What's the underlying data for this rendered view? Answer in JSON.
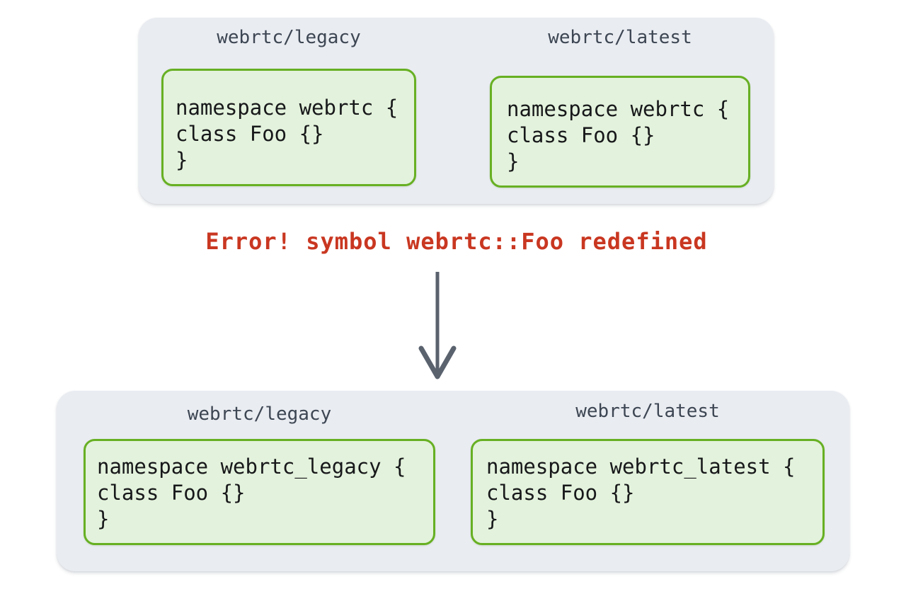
{
  "diagram": {
    "title_text_top_left": "webrtc/legacy",
    "title_text_top_right": "webrtc/latest",
    "colors": {
      "panel_background": "#e9ecf1",
      "code_border": "#67b023",
      "code_background": "#e3f2dc",
      "code_text": "#17181a",
      "header_text": "#3d4653",
      "error_text": "#c93721",
      "arrow": "#5a626e",
      "page_background": "#ffffff"
    }
  },
  "before": {
    "panel_name": "before-panel",
    "columns": [
      {
        "header": "webrtc/legacy",
        "code_lines": [
          "namespace webrtc {",
          "class Foo {}",
          "}"
        ],
        "code": "namespace webrtc {\nclass Foo {}\n}"
      },
      {
        "header": "webrtc/latest",
        "code_lines": [
          "namespace webrtc {",
          "class Foo {}",
          "}"
        ],
        "code": "namespace webrtc {\nclass Foo {}\n}"
      }
    ]
  },
  "error": {
    "message": "Error! symbol webrtc::Foo redefined"
  },
  "arrow": {
    "icon": "down-arrow-icon",
    "direction": "down"
  },
  "after": {
    "panel_name": "after-panel",
    "columns": [
      {
        "header": "webrtc/legacy",
        "code_lines": [
          "namespace webrtc_legacy {",
          "class Foo {}",
          "}"
        ],
        "code": "namespace webrtc_legacy {\nclass Foo {}\n}"
      },
      {
        "header": "webrtc/latest",
        "code_lines": [
          "namespace webrtc_latest {",
          "class Foo {}",
          "}"
        ],
        "code": "namespace webrtc_latest {\nclass Foo {}\n}"
      }
    ]
  }
}
